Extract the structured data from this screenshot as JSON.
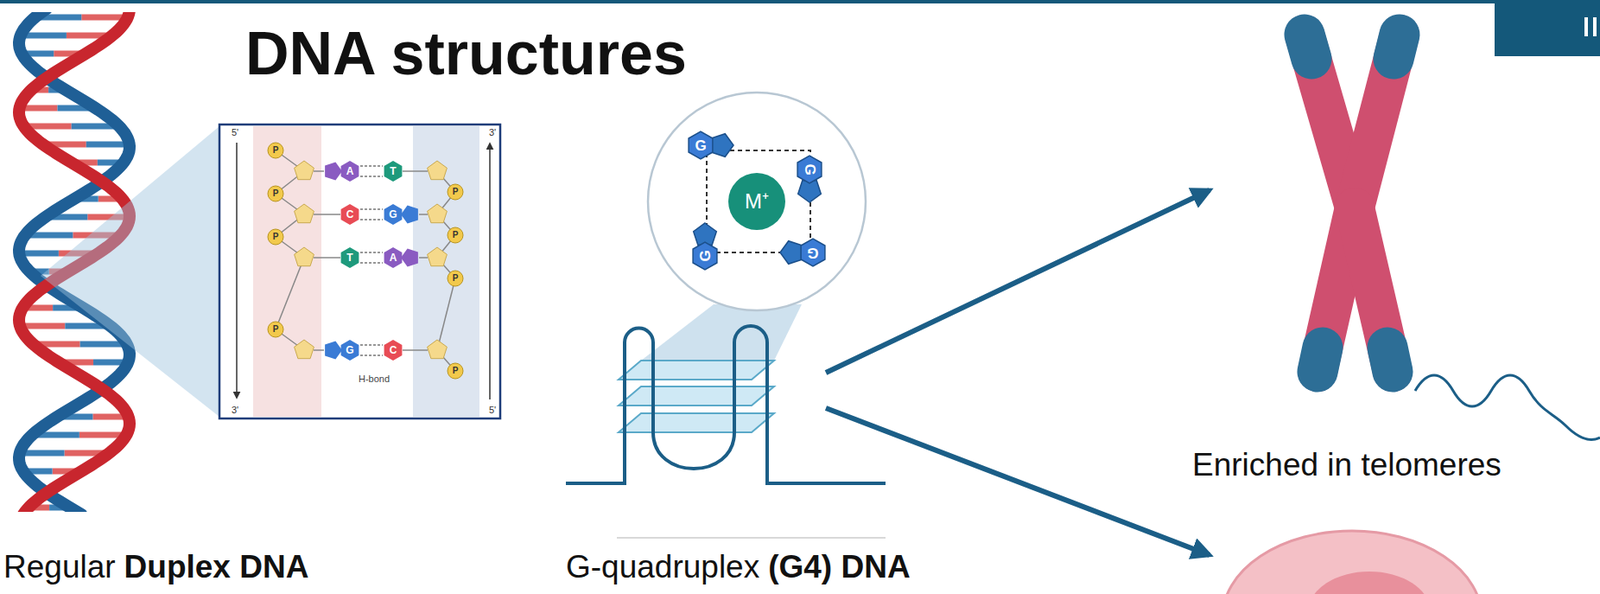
{
  "diagram": {
    "title": "DNA structures",
    "labels": [
      "5'",
      "3'",
      "A",
      "T",
      "C",
      "G",
      "T",
      "A",
      "G",
      "C",
      "H-bond",
      "3'",
      "5'",
      "P",
      "P",
      "P",
      "P",
      "P",
      "P",
      "P",
      "P",
      "G",
      "G",
      "G",
      "G",
      "M⁺",
      "Regular",
      "Duplex DNA",
      "G-quadruplex",
      "(G4) DNA",
      "Enriched in telomeres"
    ]
  }
}
